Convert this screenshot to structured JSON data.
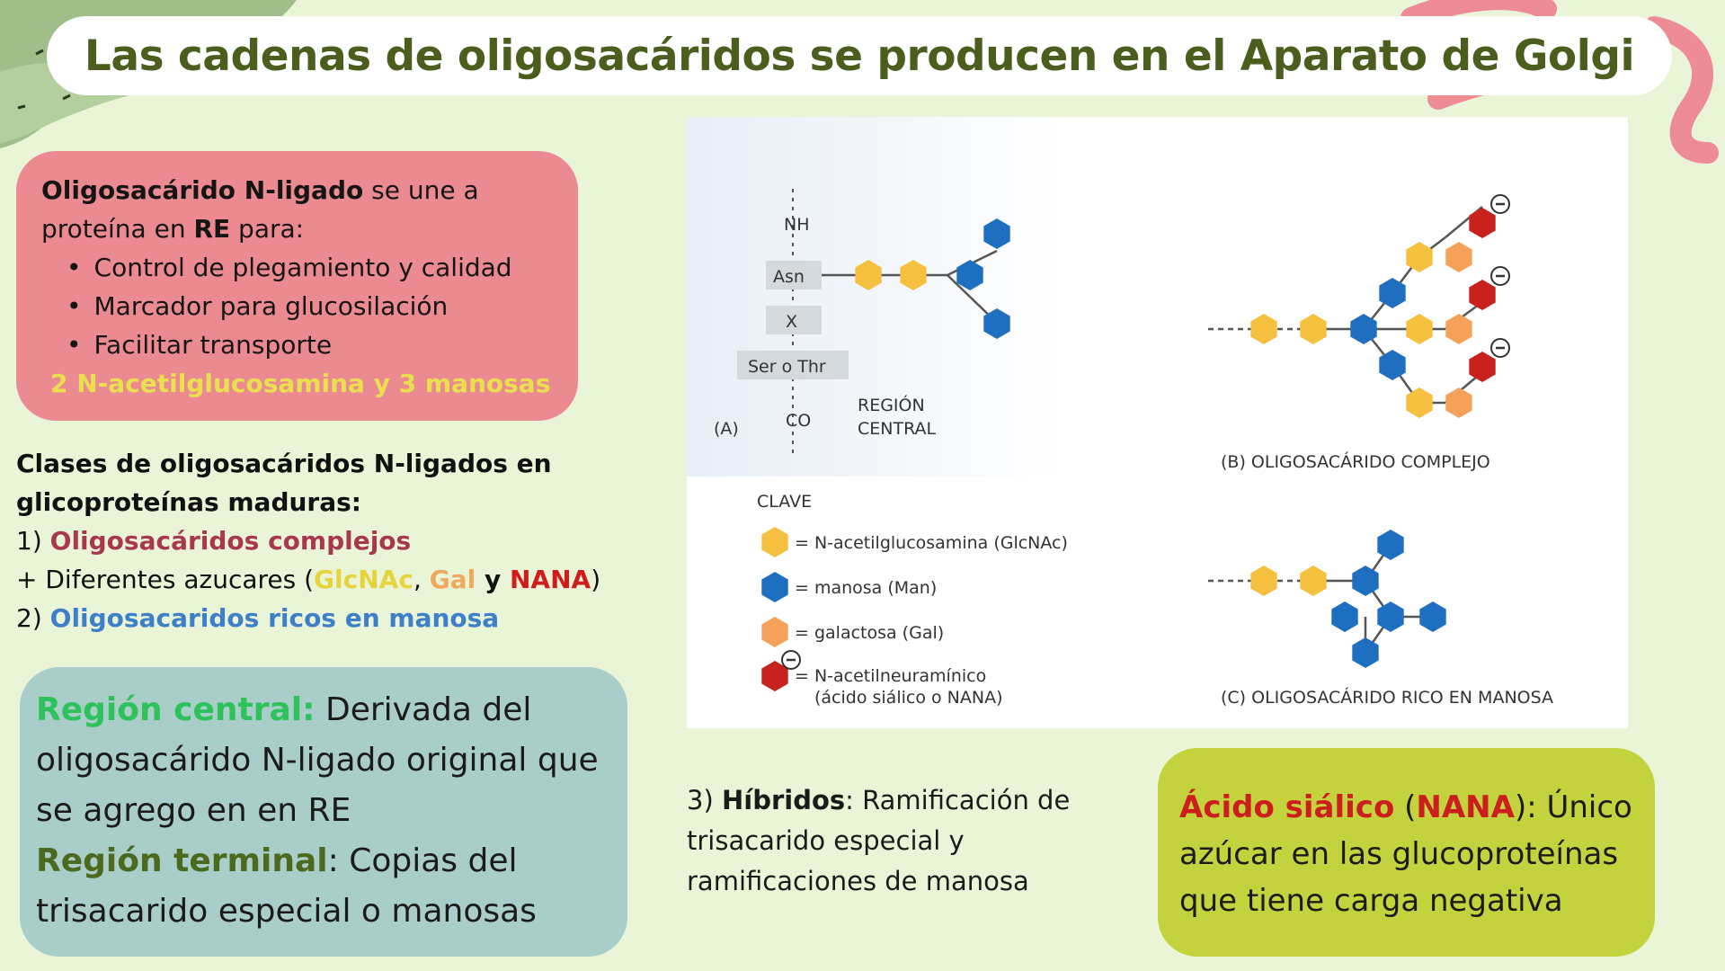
{
  "title": "Las cadenas de oligosacáridos se producen en el Aparato de Golgi",
  "n_ligado_box": {
    "term": "Oligosacárido N-ligado",
    "text1": " se une a",
    "text2": "proteína en ",
    "re": "RE",
    "text3": " para:",
    "bullets": [
      "Control de plegamiento y calidad",
      "Marcador para glucosilación",
      "Facilitar transporte"
    ],
    "highlight": "2 N-acetilglucosamina y 3 manosas"
  },
  "classes": {
    "heading_line1": "Clases de oligosacáridos N-ligados en",
    "heading_line2": "glicoproteínas maduras:",
    "item1_num": "1) ",
    "item1": "Oligosacáridos complejos",
    "sugars_prefix": "+ Diferentes azucares (",
    "sugar1": "GlcNAc",
    "comma": ", ",
    "sugar2": "Gal",
    "y": " y ",
    "sugar3": "NANA",
    "close": ")",
    "item2_num": "2) ",
    "item2": "Oligosacaridos ricos en manosa"
  },
  "regions_box": {
    "central_label": "Región central:",
    "central_text": " Derivada del oligosacárido N-ligado original que se agrego en en RE",
    "terminal_label": "Región terminal",
    "terminal_text": ": Copias del trisacarido especial o manosas"
  },
  "figure": {
    "panel_a": {
      "nh": "NH",
      "asn": "Asn",
      "x": "X",
      "ser_thr": "Ser o Thr",
      "co": "CO",
      "label": "(A)",
      "region_line1": "REGIÓN",
      "region_line2": "CENTRAL"
    },
    "key": {
      "title": "CLAVE",
      "glcnac": "= N-acetilglucosamina (GlcNAc)",
      "man": "= manosa (Man)",
      "gal": "= galactosa (Gal)",
      "nana_line1": "= N-acetilneuramínico",
      "nana_line2": "(ácido siálico o NANA)"
    },
    "caption_b": "(B)  OLIGOSACÁRIDO COMPLEJO",
    "caption_c": "(C)  OLIGOSACÁRIDO RICO EN MANOSA",
    "minus": "−",
    "colors": {
      "glcnac": "#f5c040",
      "man": "#1f6fc0",
      "gal": "#f4a25a",
      "nana": "#c8221e"
    }
  },
  "hibridos": {
    "num": "3) ",
    "label": "Híbridos",
    "text": ": Ramificación de trisacarido especial y ramificaciones de manosa"
  },
  "sialic_box": {
    "label_a": "Ácido siálico",
    "paren_open": " (",
    "nana": "NANA",
    "paren_close": ")",
    "text": ": Único azúcar en las glucoproteínas que tiene carga negativa"
  }
}
